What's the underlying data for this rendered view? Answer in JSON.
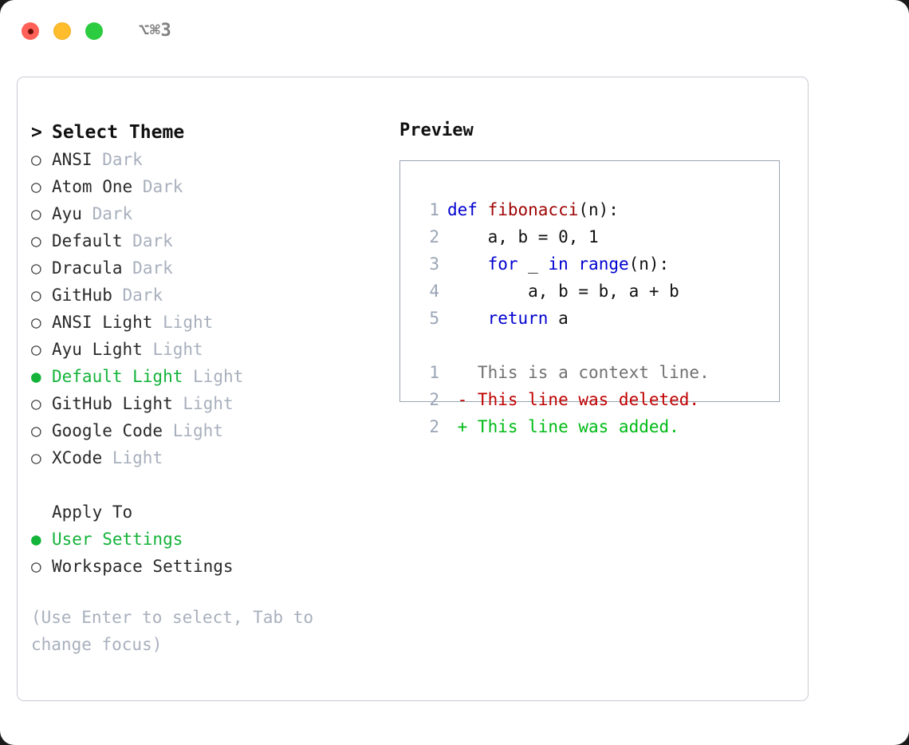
{
  "titlebar": {
    "shortcut": "⌥⌘3",
    "buttons": [
      {
        "name": "close",
        "color": "#ff6058"
      },
      {
        "name": "minimize",
        "color": "#ffbd2e"
      },
      {
        "name": "zoom",
        "color": "#2bcc40"
      }
    ]
  },
  "theme_picker": {
    "heading": "Select Theme",
    "heading_marker": ">",
    "bullet_selected": "●",
    "bullet_unselected": "○",
    "items": [
      {
        "label": "ANSI",
        "category": "Dark",
        "selected": false
      },
      {
        "label": "Atom One",
        "category": "Dark",
        "selected": false
      },
      {
        "label": "Ayu",
        "category": "Dark",
        "selected": false
      },
      {
        "label": "Default",
        "category": "Dark",
        "selected": false
      },
      {
        "label": "Dracula",
        "category": "Dark",
        "selected": false
      },
      {
        "label": "GitHub",
        "category": "Dark",
        "selected": false
      },
      {
        "label": "ANSI Light",
        "category": "Light",
        "selected": false
      },
      {
        "label": "Ayu Light",
        "category": "Light",
        "selected": false
      },
      {
        "label": "Default Light",
        "category": "Light",
        "selected": true
      },
      {
        "label": "GitHub Light",
        "category": "Light",
        "selected": false
      },
      {
        "label": "Google Code",
        "category": "Light",
        "selected": false
      },
      {
        "label": "XCode",
        "category": "Light",
        "selected": false
      }
    ]
  },
  "apply_to": {
    "label": "Apply To",
    "options": [
      {
        "label": "User Settings",
        "selected": true
      },
      {
        "label": "Workspace Settings",
        "selected": false
      }
    ]
  },
  "hint": "(Use Enter to select, Tab to change focus)",
  "preview": {
    "title": "Preview",
    "code_lines": [
      {
        "number": "1",
        "tokens": [
          {
            "text": "def ",
            "type": "kw"
          },
          {
            "text": "fibonacci",
            "type": "fn"
          },
          {
            "text": "(n):",
            "type": "plain"
          }
        ]
      },
      {
        "number": "2",
        "tokens": [
          {
            "text": "    a, b = 0, 1",
            "type": "plain"
          }
        ]
      },
      {
        "number": "3",
        "tokens": [
          {
            "text": "    ",
            "type": "plain"
          },
          {
            "text": "for",
            "type": "kw"
          },
          {
            "text": " _ ",
            "type": "plain"
          },
          {
            "text": "in",
            "type": "kw"
          },
          {
            "text": " ",
            "type": "plain"
          },
          {
            "text": "range",
            "type": "kw"
          },
          {
            "text": "(n):",
            "type": "plain"
          }
        ]
      },
      {
        "number": "4",
        "tokens": [
          {
            "text": "        a, b = b, a + b",
            "type": "plain"
          }
        ]
      },
      {
        "number": "5",
        "tokens": [
          {
            "text": "    ",
            "type": "plain"
          },
          {
            "text": "return",
            "type": "kw"
          },
          {
            "text": " a",
            "type": "plain"
          }
        ]
      }
    ],
    "diff_lines": [
      {
        "number": "1",
        "marker": " ",
        "text": "This is a context line.",
        "type": "ctx"
      },
      {
        "number": "2",
        "marker": "-",
        "text": "This line was deleted.",
        "type": "del"
      },
      {
        "number": "2",
        "marker": "+",
        "text": "This line was added.",
        "type": "add"
      }
    ]
  },
  "colors": {
    "selected_green": "#14b33a",
    "category_gray": "#a8b0bd",
    "keyword_blue": "#0000d0",
    "function_red": "#a00606",
    "diff_delete": "#c00000",
    "diff_add": "#00bb16",
    "line_number": "#9aa5b5",
    "panel_border": "#9aa4b2",
    "window_border": "#c8ccd4"
  }
}
